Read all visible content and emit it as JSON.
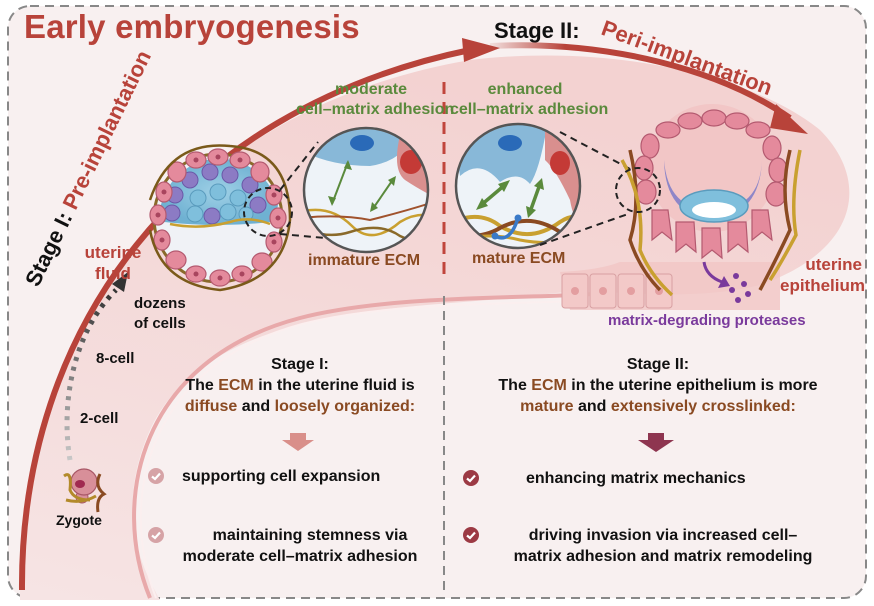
{
  "title": "Early embryogenesis",
  "colors": {
    "title_red": "#b8433a",
    "arrow_red": "#b8433a",
    "adhesion_green": "#5a8a3c",
    "ecm_brown": "#8a4a22",
    "protease_purple": "#7a3a9c",
    "check_stage1": "#d6a3a6",
    "check_stage2": "#9c3a44",
    "arrow_stage1": "#d98f8a",
    "arrow_stage2": "#8e3550",
    "panel_bg": "#f8f0f0",
    "band_bg": "#f2d3d2"
  },
  "arc_labels": {
    "stage1_prefix": "Stage I:",
    "stage1_name": "Pre-implantation",
    "stage2_prefix": "Stage II:",
    "stage2_name": "Peri-implantation"
  },
  "development_steps": [
    "Zygote",
    "2-cell",
    "8-cell",
    "dozens",
    "of cells"
  ],
  "stage1_panel": {
    "adhesion_label_line1": "moderate",
    "adhesion_label_line2": "cell–matrix  adhesion",
    "ecm_label": "immature ECM",
    "location_line1": "uterine",
    "location_line2": "fluid"
  },
  "stage2_panel": {
    "adhesion_label_line1": "enhanced",
    "adhesion_label_line2": "cell–matrix  adhesion",
    "ecm_label": "mature ECM",
    "location_line1": "uterine",
    "location_line2": "epithelium",
    "protease_label": "matrix-degrading proteases"
  },
  "stage1_summary": {
    "heading": "Stage I:",
    "line1_pre": "The ",
    "line1_ecm": "ECM",
    "line1_post": " in the uterine fluid is",
    "line2_a": "diffuse",
    "line2_and": " and ",
    "line2_b": "loosely organized:",
    "items": [
      {
        "line1": "supporting cell expansion",
        "line2": ""
      },
      {
        "line1": "maintaining stemness via",
        "line2": "moderate cell–matrix adhesion"
      }
    ]
  },
  "stage2_summary": {
    "heading": "Stage II:",
    "line1_pre": "The ",
    "line1_ecm": "ECM",
    "line1_post": " in the uterine epithelium is more",
    "line2_a": "mature",
    "line2_and": " and ",
    "line2_b": "extensively crosslinked:",
    "items": [
      {
        "line1": "enhancing matrix mechanics",
        "line2": ""
      },
      {
        "line1": "driving invasion via increased cell–",
        "line2": "matrix adhesion and matrix remodeling"
      }
    ]
  }
}
